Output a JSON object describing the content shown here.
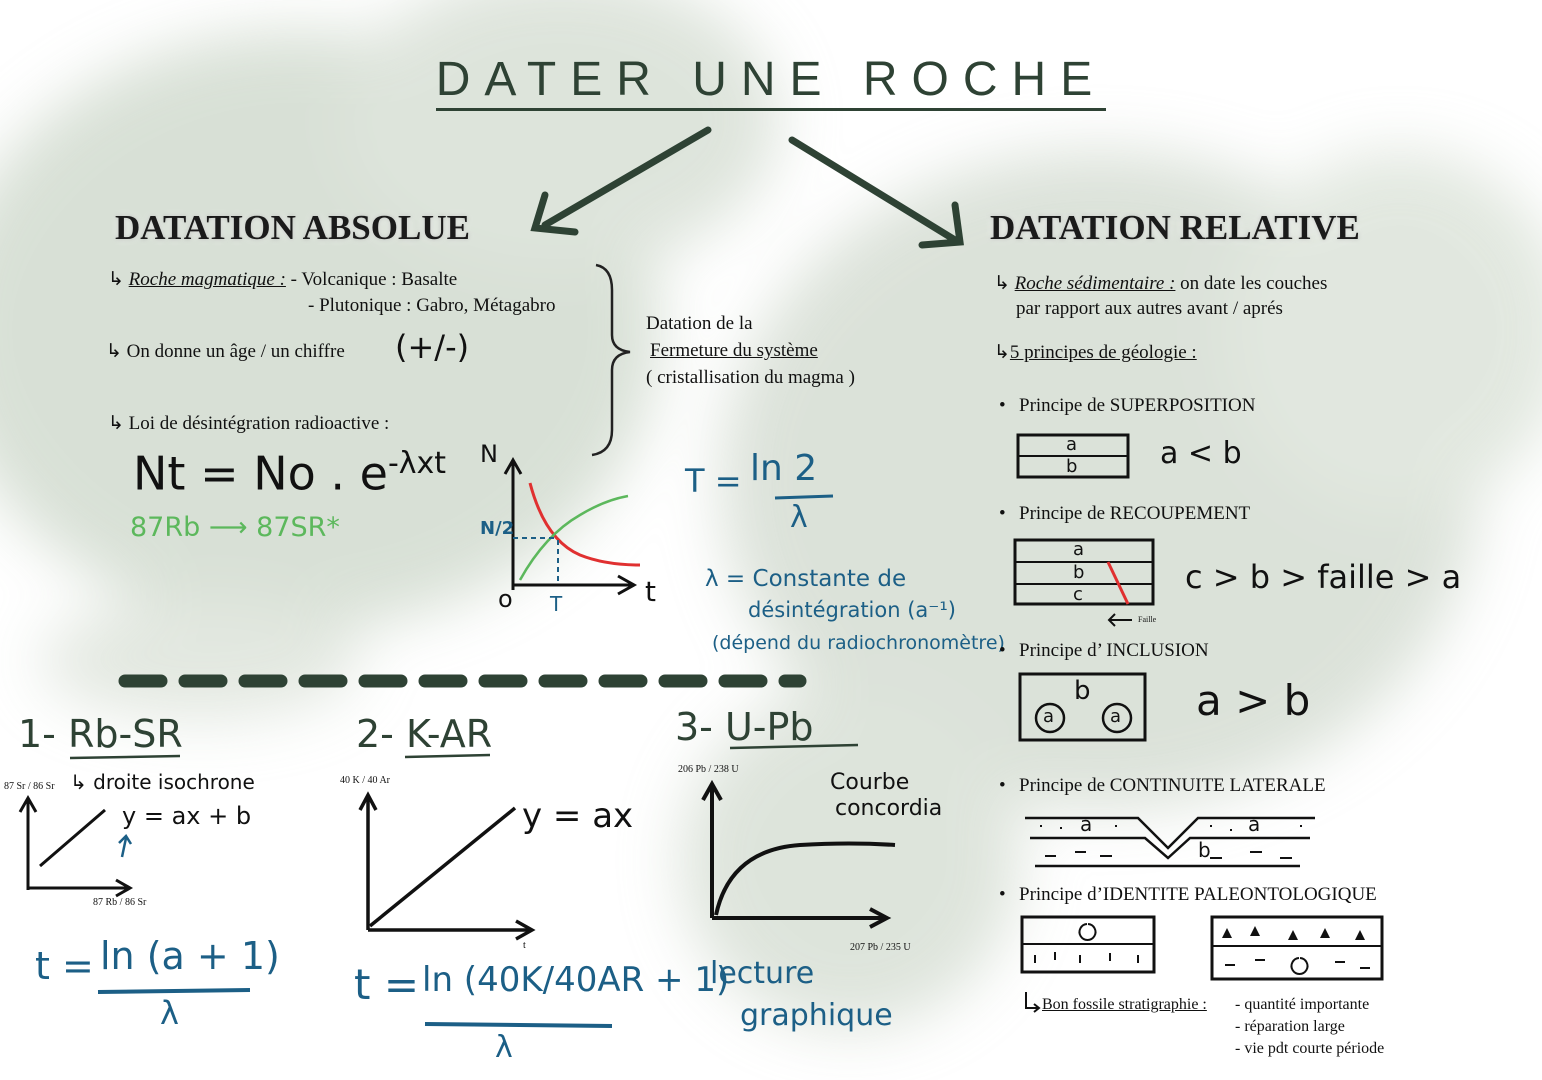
{
  "title": "DATER UNE ROCHE",
  "absolue": {
    "heading": "DATATION ABSOLUE",
    "roche_label": "Roche magmatique :",
    "volcanique": "- Volcanique : Basalte",
    "plutonique": "- Plutonique : Gabro, Métagabro",
    "age": "On donne un âge / un chiffre",
    "age_mark": "(+/-)",
    "loi": "Loi de désintégration radioactive :",
    "formula": "Nt = No . e",
    "formula_exp": "-λxt",
    "rb_left": "87Rb",
    "sr_right": "87SR*",
    "fermeture_1": "Datation de la",
    "fermeture_2": "Fermeture du système",
    "fermeture_3": "( cristallisation du magma )",
    "graph_n": "N",
    "graph_n2": "N/2",
    "graph_o": "o",
    "graph_t_axis": "t",
    "graph_T": "T",
    "T_formula_left": "T =",
    "T_formula_num": "ln 2",
    "T_formula_den": "λ",
    "lambda_1": "λ = Constante de",
    "lambda_2": "désintégration (a⁻¹)",
    "lambda_3": "(dépend du radiochronomètre)"
  },
  "methods": {
    "rbsr": {
      "heading": "1- Rb-SR",
      "y_axis": "87 Sr / 86 Sr",
      "note": "droite isochrone",
      "eq": "y = ax + b",
      "x_axis": "87 Rb / 86 Sr",
      "formula_left": "t =",
      "formula_num": "ln (a + 1)",
      "formula_den": "λ"
    },
    "kar": {
      "heading": "2- K-AR",
      "y_axis": "40 K / 40 Ar",
      "eq": "y = ax",
      "x_axis": "t",
      "formula_left": "t =",
      "formula_num": "ln (40K/40AR + 1)",
      "formula_den": "λ"
    },
    "upb": {
      "heading": "3- U-Pb",
      "y_axis": "206 Pb / 238 U",
      "curve": "Courbe",
      "curve2": "concordia",
      "x_axis": "207 Pb / 235 U",
      "lecture": "lecture",
      "lecture2": "graphique"
    }
  },
  "relative": {
    "heading": "DATATION RELATIVE",
    "roche_label": "Roche sédimentaire :",
    "roche_text": "on date les couches",
    "roche_text2": "par rapport aux autres avant / aprés",
    "principes_title": "5 principes de géologie :",
    "p1": "Principe de SUPERPOSITION",
    "p1_rel": "a < b",
    "p2": "Principe de RECOUPEMENT",
    "p2_rel": "c > b > faille > a",
    "p2_faille": "Faille",
    "p3": "Principe d’ INCLUSION",
    "p3_rel": "a > b",
    "p4": "Principe de CONTINUITE LATERALE",
    "p5": "Principe d’IDENTITE PALEONTOLOGIQUE",
    "fossile_label": "Bon fossile stratigraphie :",
    "fossile_1": "- quantité importante",
    "fossile_2": "- réparation large",
    "fossile_3": "- vie pdt courte période",
    "box_a": "a",
    "box_b": "b",
    "box_c": "c"
  },
  "colors": {
    "accent": "#2e4234",
    "blue": "#1c5f86",
    "green": "#5cb85c",
    "red": "#e03030"
  }
}
